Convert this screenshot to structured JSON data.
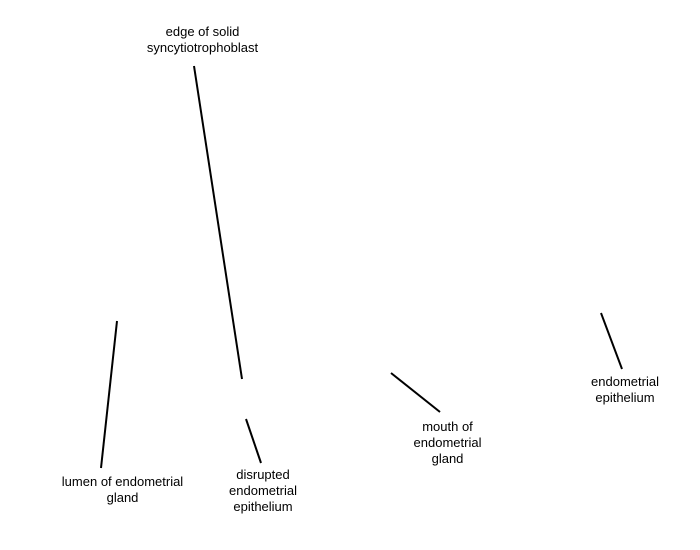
{
  "labels": {
    "edge_of_solid_syncytiotrophoblast": [
      "edge of solid",
      "syncytiotrophoblast"
    ],
    "lumen_of_endometrial_gland": [
      "lumen of endometrial",
      "gland"
    ],
    "disrupted_endometrial_epithelium": [
      "disrupted",
      "endometrial",
      "epithelium"
    ],
    "mouth_of_endometrial_gland": [
      "mouth of",
      "endometrial",
      "gland"
    ],
    "endometrial_epithelium": [
      "endometrial",
      "epithelium"
    ]
  }
}
